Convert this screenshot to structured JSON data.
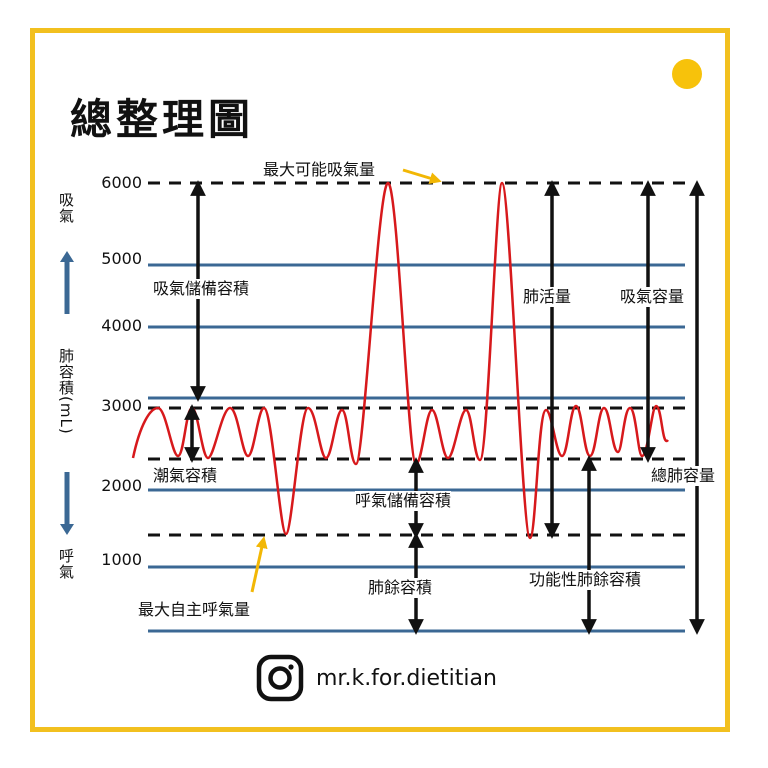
{
  "title": "總整理圖",
  "axis": {
    "inhale_label": "吸氣",
    "volume_label": "肺容積(mL)",
    "exhale_label": "呼氣",
    "ticks": [
      "6000",
      "5000",
      "4000",
      "3000",
      "2000",
      "1000"
    ]
  },
  "labels": {
    "max_inspiration": "最大可能吸氣量",
    "irv": "吸氣儲備容積",
    "vital_capacity": "肺活量",
    "inspiratory_capacity": "吸氣容量",
    "tidal_volume": "潮氣容積",
    "total_lung_capacity": "總肺容量",
    "erv": "呼氣儲備容積",
    "max_expiration": "最大自主呼氣量",
    "residual_volume": "肺餘容積",
    "frc": "功能性肺餘容積"
  },
  "footer": {
    "instagram_icon": "instagram-icon",
    "handle": "mr.k.for.dietitian"
  },
  "colors": {
    "frame": "#f2c01f",
    "dot": "#f7c20b",
    "curve": "#d7191c",
    "level_line": "#3b6894",
    "arrow": "#111111",
    "pointer": "#f2b705"
  }
}
